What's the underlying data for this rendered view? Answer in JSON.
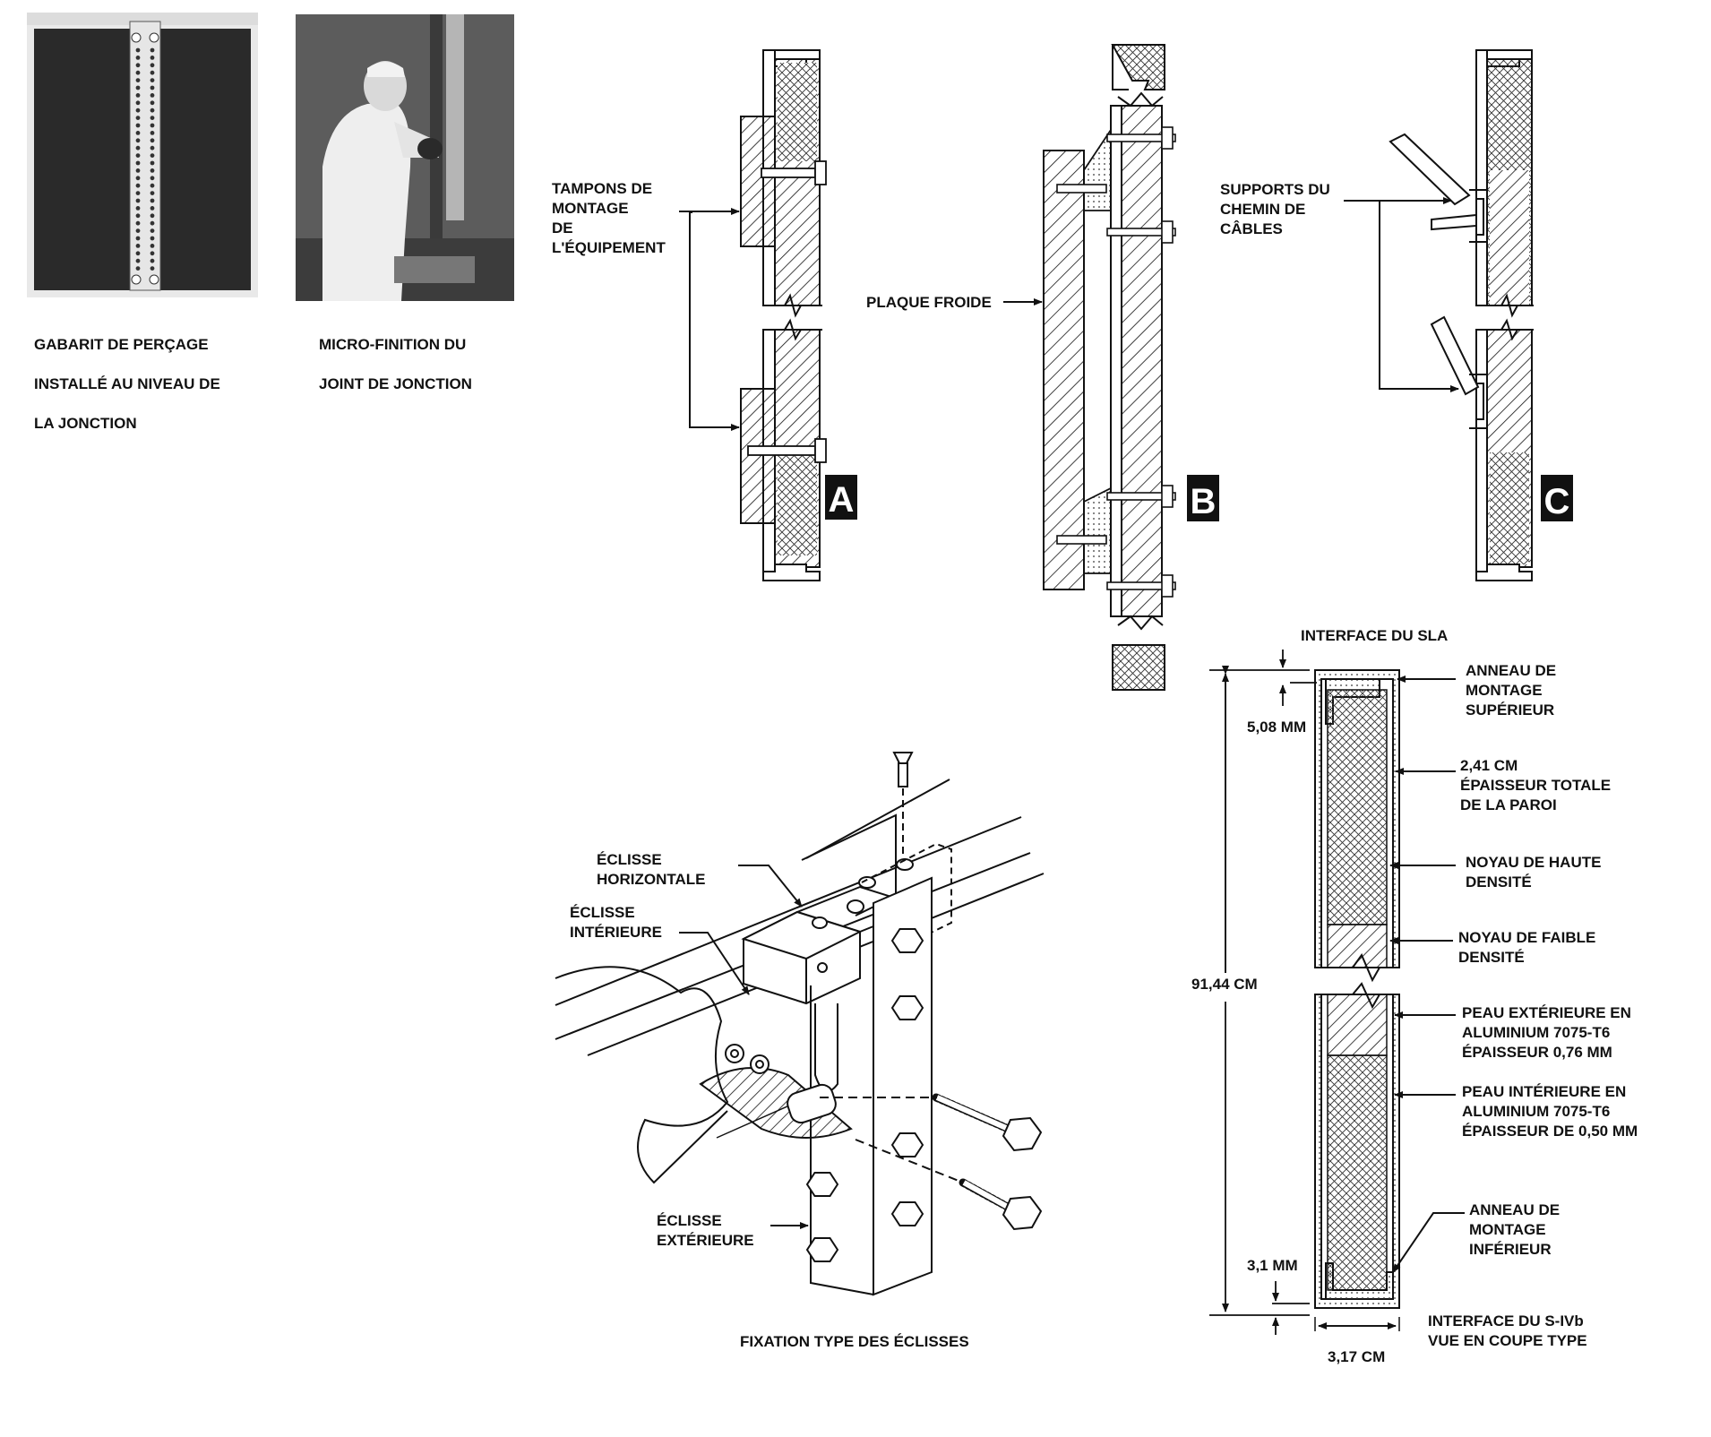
{
  "photos": {
    "drill_jig": {
      "caption_lines": [
        "GABARIT DE PERÇAGE",
        "INSTALLÉ AU NIVEAU DE",
        "LA JONCTION"
      ]
    },
    "micro_finish": {
      "caption_lines": [
        "MICRO-FINITION DU",
        "JOINT DE JONCTION"
      ]
    }
  },
  "panel_a": {
    "badge": "A",
    "callout_lines": [
      "TAMPONS DE",
      "MONTAGE",
      "DE",
      "L'ÉQUIPEMENT"
    ]
  },
  "panel_b": {
    "badge": "B",
    "callout": "PLAQUE FROIDE"
  },
  "panel_c": {
    "badge": "C",
    "callout_lines": [
      "SUPPORTS DU",
      "CHEMIN DE",
      "CÂBLES"
    ]
  },
  "splice": {
    "title": "FIXATION TYPE DES ÉCLISSES",
    "horizontal_lines": [
      "ÉCLISSE",
      "HORIZONTALE"
    ],
    "inner_lines": [
      "ÉCLISSE",
      "INTÉRIEURE"
    ],
    "outer_lines": [
      "ÉCLISSE",
      "EXTÉRIEURE"
    ]
  },
  "section": {
    "top_interface": "INTERFACE DU SLA",
    "bottom_interface_lines": [
      "INTERFACE DU S-IVb",
      "VUE EN COUPE TYPE"
    ],
    "dims": {
      "top_gap": "5,08 MM",
      "height": "91,44 CM",
      "bottom_gap": "3,1 MM",
      "width": "3,17 CM"
    },
    "labels": {
      "upper_ring": [
        "ANNEAU DE",
        "MONTAGE",
        "SUPÉRIEUR"
      ],
      "thickness": [
        "2,41 CM",
        "ÉPAISSEUR TOTALE",
        "DE LA PAROI"
      ],
      "high_density": [
        "NOYAU DE HAUTE",
        "DENSITÉ"
      ],
      "low_density": [
        "NOYAU DE FAIBLE",
        "DENSITÉ"
      ],
      "outer_skin": [
        "PEAU EXTÉRIEURE EN",
        "ALUMINIUM 7075-T6",
        "ÉPAISSEUR 0,76 MM"
      ],
      "inner_skin": [
        "PEAU INTÉRIEURE EN",
        "ALUMINIUM 7075-T6",
        "ÉPAISSEUR DE 0,50 MM"
      ],
      "lower_ring": [
        "ANNEAU DE",
        "MONTAGE",
        "INFÉRIEUR"
      ]
    }
  }
}
